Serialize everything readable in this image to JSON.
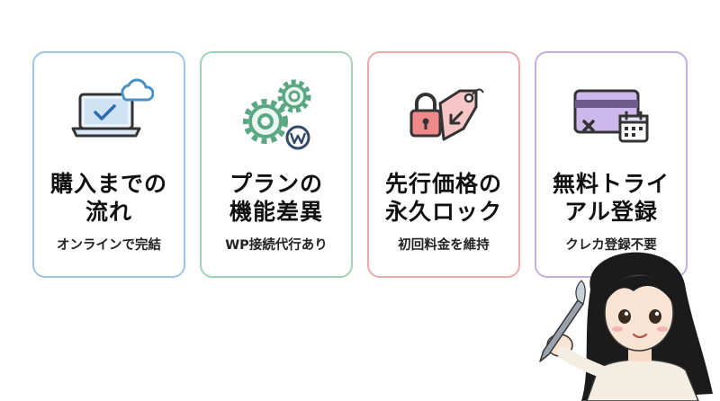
{
  "colors": {
    "card1_border": "#9cc6e6",
    "card2_border": "#9fd4b6",
    "card3_border": "#ecaaa8",
    "card4_border": "#c3aee0"
  },
  "cards": [
    {
      "icon": "laptop-cloud-check-icon",
      "title_line1": "購入までの",
      "title_line2": "流れ",
      "subtitle": "オンラインで完結"
    },
    {
      "icon": "gears-wordpress-icon",
      "title_line1": "プランの",
      "title_line2": "機能差異",
      "subtitle": "WP接続代行あり"
    },
    {
      "icon": "padlock-price-tag-icon",
      "title_line1": "先行価格の",
      "title_line2": "永久ロック",
      "subtitle": "初回料金を維持"
    },
    {
      "icon": "credit-card-calendar-icon",
      "title_line1": "無料トライ",
      "title_line2": "アル登録",
      "subtitle": "クレカ登録不要"
    }
  ],
  "illustration": {
    "icon": "woman-holding-pen-illustration"
  }
}
